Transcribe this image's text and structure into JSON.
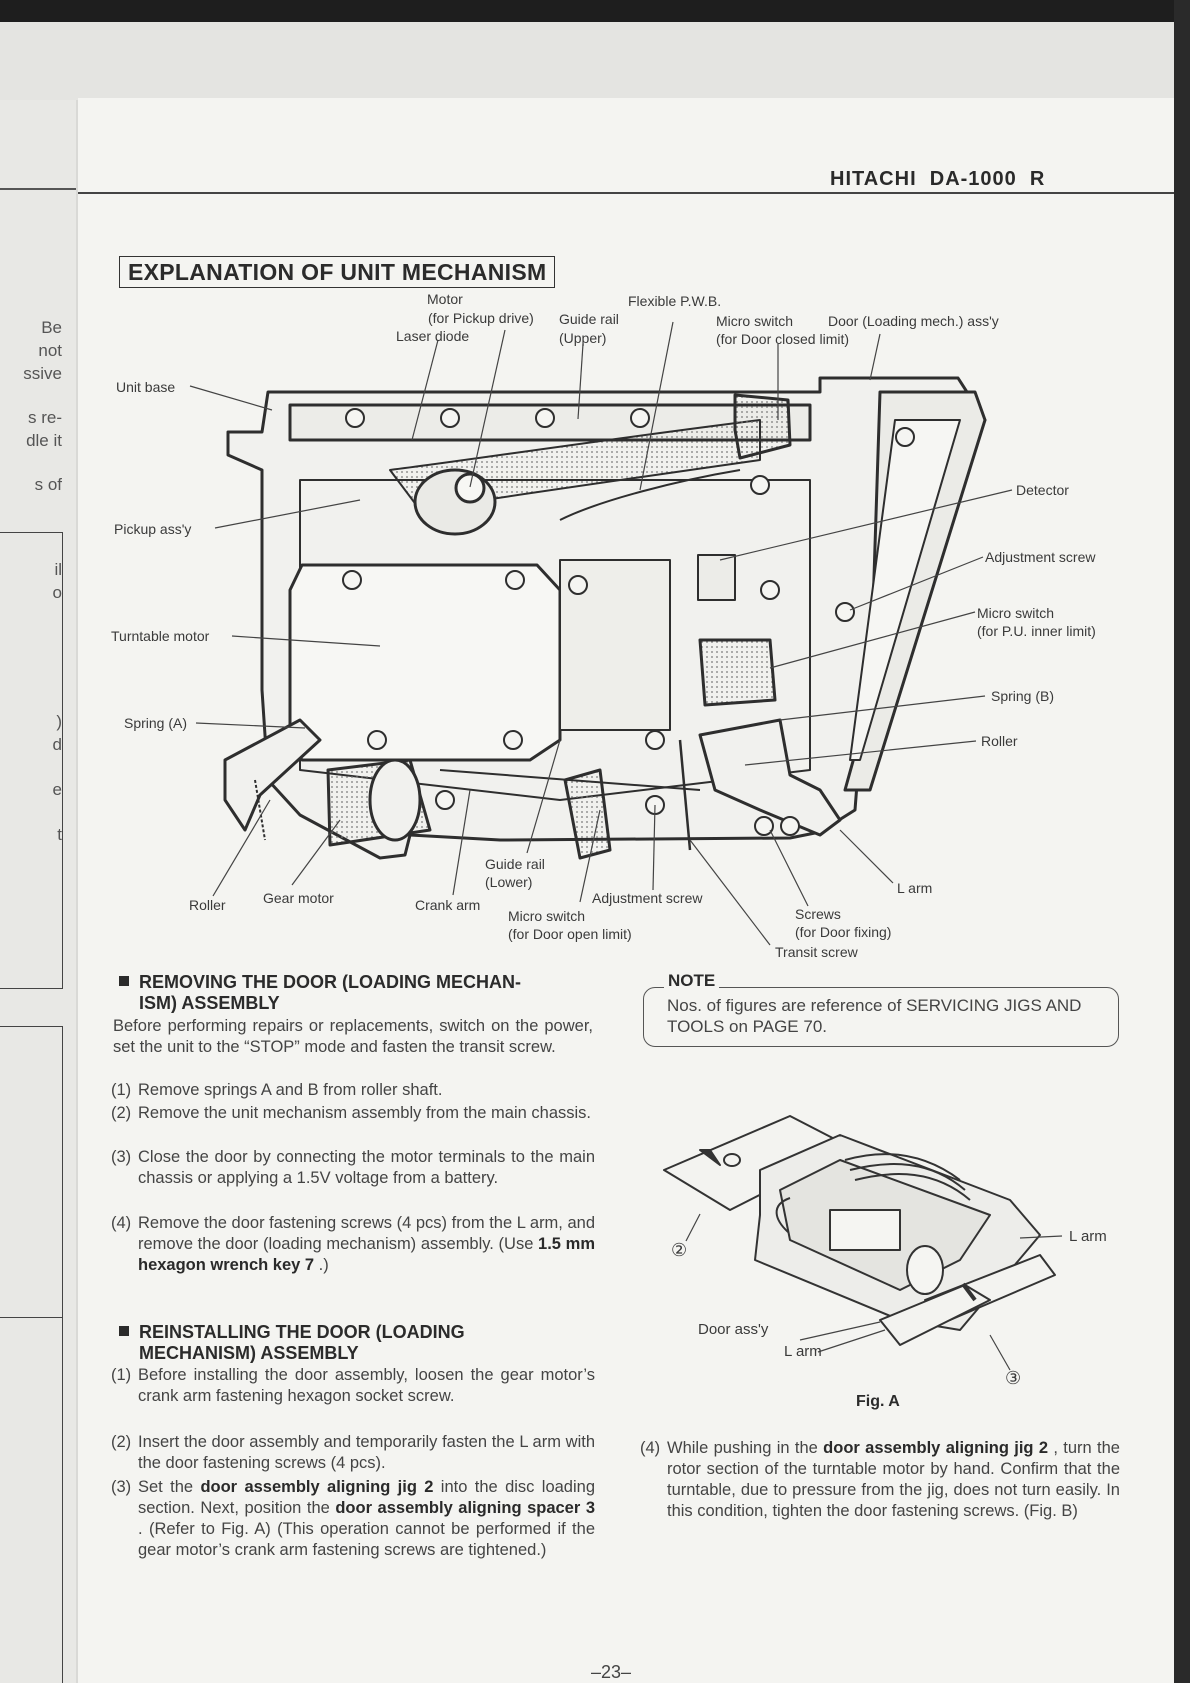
{
  "header": {
    "brand": "HITACHI",
    "model": "DA-1000  R"
  },
  "section_title": "EXPLANATION OF UNIT MECHANISM",
  "diagram_labels": {
    "motor": "Motor",
    "motor_sub": "(for Pickup drive)",
    "laser_diode": "Laser diode",
    "guide_rail_upper": "Guide rail",
    "guide_rail_upper_sub": "(Upper)",
    "flexible_pwb": "Flexible P.W.B.",
    "micro_switch_door_closed": "Micro switch",
    "micro_switch_door_closed_sub": "(for Door closed limit)",
    "door_assy": "Door (Loading mech.) ass'y",
    "unit_base": "Unit base",
    "pickup_assy": "Pickup ass'y",
    "detector": "Detector",
    "adjustment_screw_right": "Adjustment screw",
    "micro_switch_pu": "Micro switch",
    "micro_switch_pu_sub": "(for P.U. inner limit)",
    "turntable_motor": "Turntable motor",
    "spring_b": "Spring (B)",
    "spring_a": "Spring (A)",
    "roller_right": "Roller",
    "guide_rail_lower": "Guide rail",
    "guide_rail_lower_sub": "(Lower)",
    "l_arm": "L arm",
    "roller_left": "Roller",
    "gear_motor": "Gear motor",
    "crank_arm": "Crank arm",
    "adjustment_screw_bottom": "Adjustment screw",
    "micro_switch_door_open": "Micro switch",
    "micro_switch_door_open_sub": "(for Door open limit)",
    "screws": "Screws",
    "screws_sub": "(for Door fixing)",
    "transit_screw": "Transit screw"
  },
  "removing": {
    "heading_1": "REMOVING THE DOOR (LOADING MECHAN-",
    "heading_2": "ISM) ASSEMBLY",
    "intro": "Before performing repairs or replacements, switch on the power, set the unit to the “STOP” mode and fasten the transit screw.",
    "steps": [
      {
        "num": "(1)",
        "text": "Remove springs A and B from roller shaft."
      },
      {
        "num": "(2)",
        "text": "Remove the unit mechanism assembly from the main chassis."
      },
      {
        "num": "(3)",
        "text": "Close the door by connecting the motor terminals to the main chassis or applying a 1.5V voltage from a battery."
      },
      {
        "num": "(4)",
        "text_a": "Remove the door fastening screws (4 pcs) from the L arm, and remove the door (loading mechanism) assembly.  (Use ",
        "bold": "1.5 mm hexagon wrench key 7",
        "text_b": " .)"
      }
    ]
  },
  "reinstalling": {
    "heading_1": "REINSTALLING THE DOOR (LOADING",
    "heading_2": "MECHANISM) ASSEMBLY",
    "steps": [
      {
        "num": "(1)",
        "text": "Before installing the door assembly, loosen the gear motor’s crank arm fastening hexagon socket screw."
      },
      {
        "num": "(2)",
        "text": "Insert the door assembly and temporarily fasten the L arm with the door fastening screws (4 pcs)."
      },
      {
        "num": "(3)",
        "text_a": "Set the ",
        "bold_a": "door assembly aligning jig  2",
        "text_b": "  into the disc loading section.  Next, position the ",
        "bold_b": "door assembly aligning spacer  3",
        "text_c": "  .  (Refer to Fig. A) (This operation cannot be performed if the gear motor’s crank arm fastening screws are tightened.)"
      }
    ]
  },
  "note": {
    "label": "NOTE",
    "text": "Nos. of figures are reference of SERVICING JIGS AND TOOLS on PAGE 70."
  },
  "fig_a": {
    "l_arm_top": "L arm",
    "door_assy": "Door ass'y",
    "l_arm_bottom": "L arm",
    "circle_2": "②",
    "circle_3": "③",
    "caption": "Fig. A"
  },
  "step4_right": {
    "num": "(4)",
    "text_a": "While pushing in the ",
    "bold": "door assembly aligning jig 2",
    "text_b": " , turn the rotor section of the turntable motor by hand.  Confirm that the turntable, due to pressure from the jig, does not turn easily.  In this condition, tighten the door fastening screws.  (Fig. B)"
  },
  "page_number": "–23–",
  "prev_page_fragments": [
    "Be",
    "not",
    "ssive",
    "s re-",
    "dle it",
    "s of",
    "il",
    "o",
    ")",
    "d",
    "e",
    "t"
  ]
}
